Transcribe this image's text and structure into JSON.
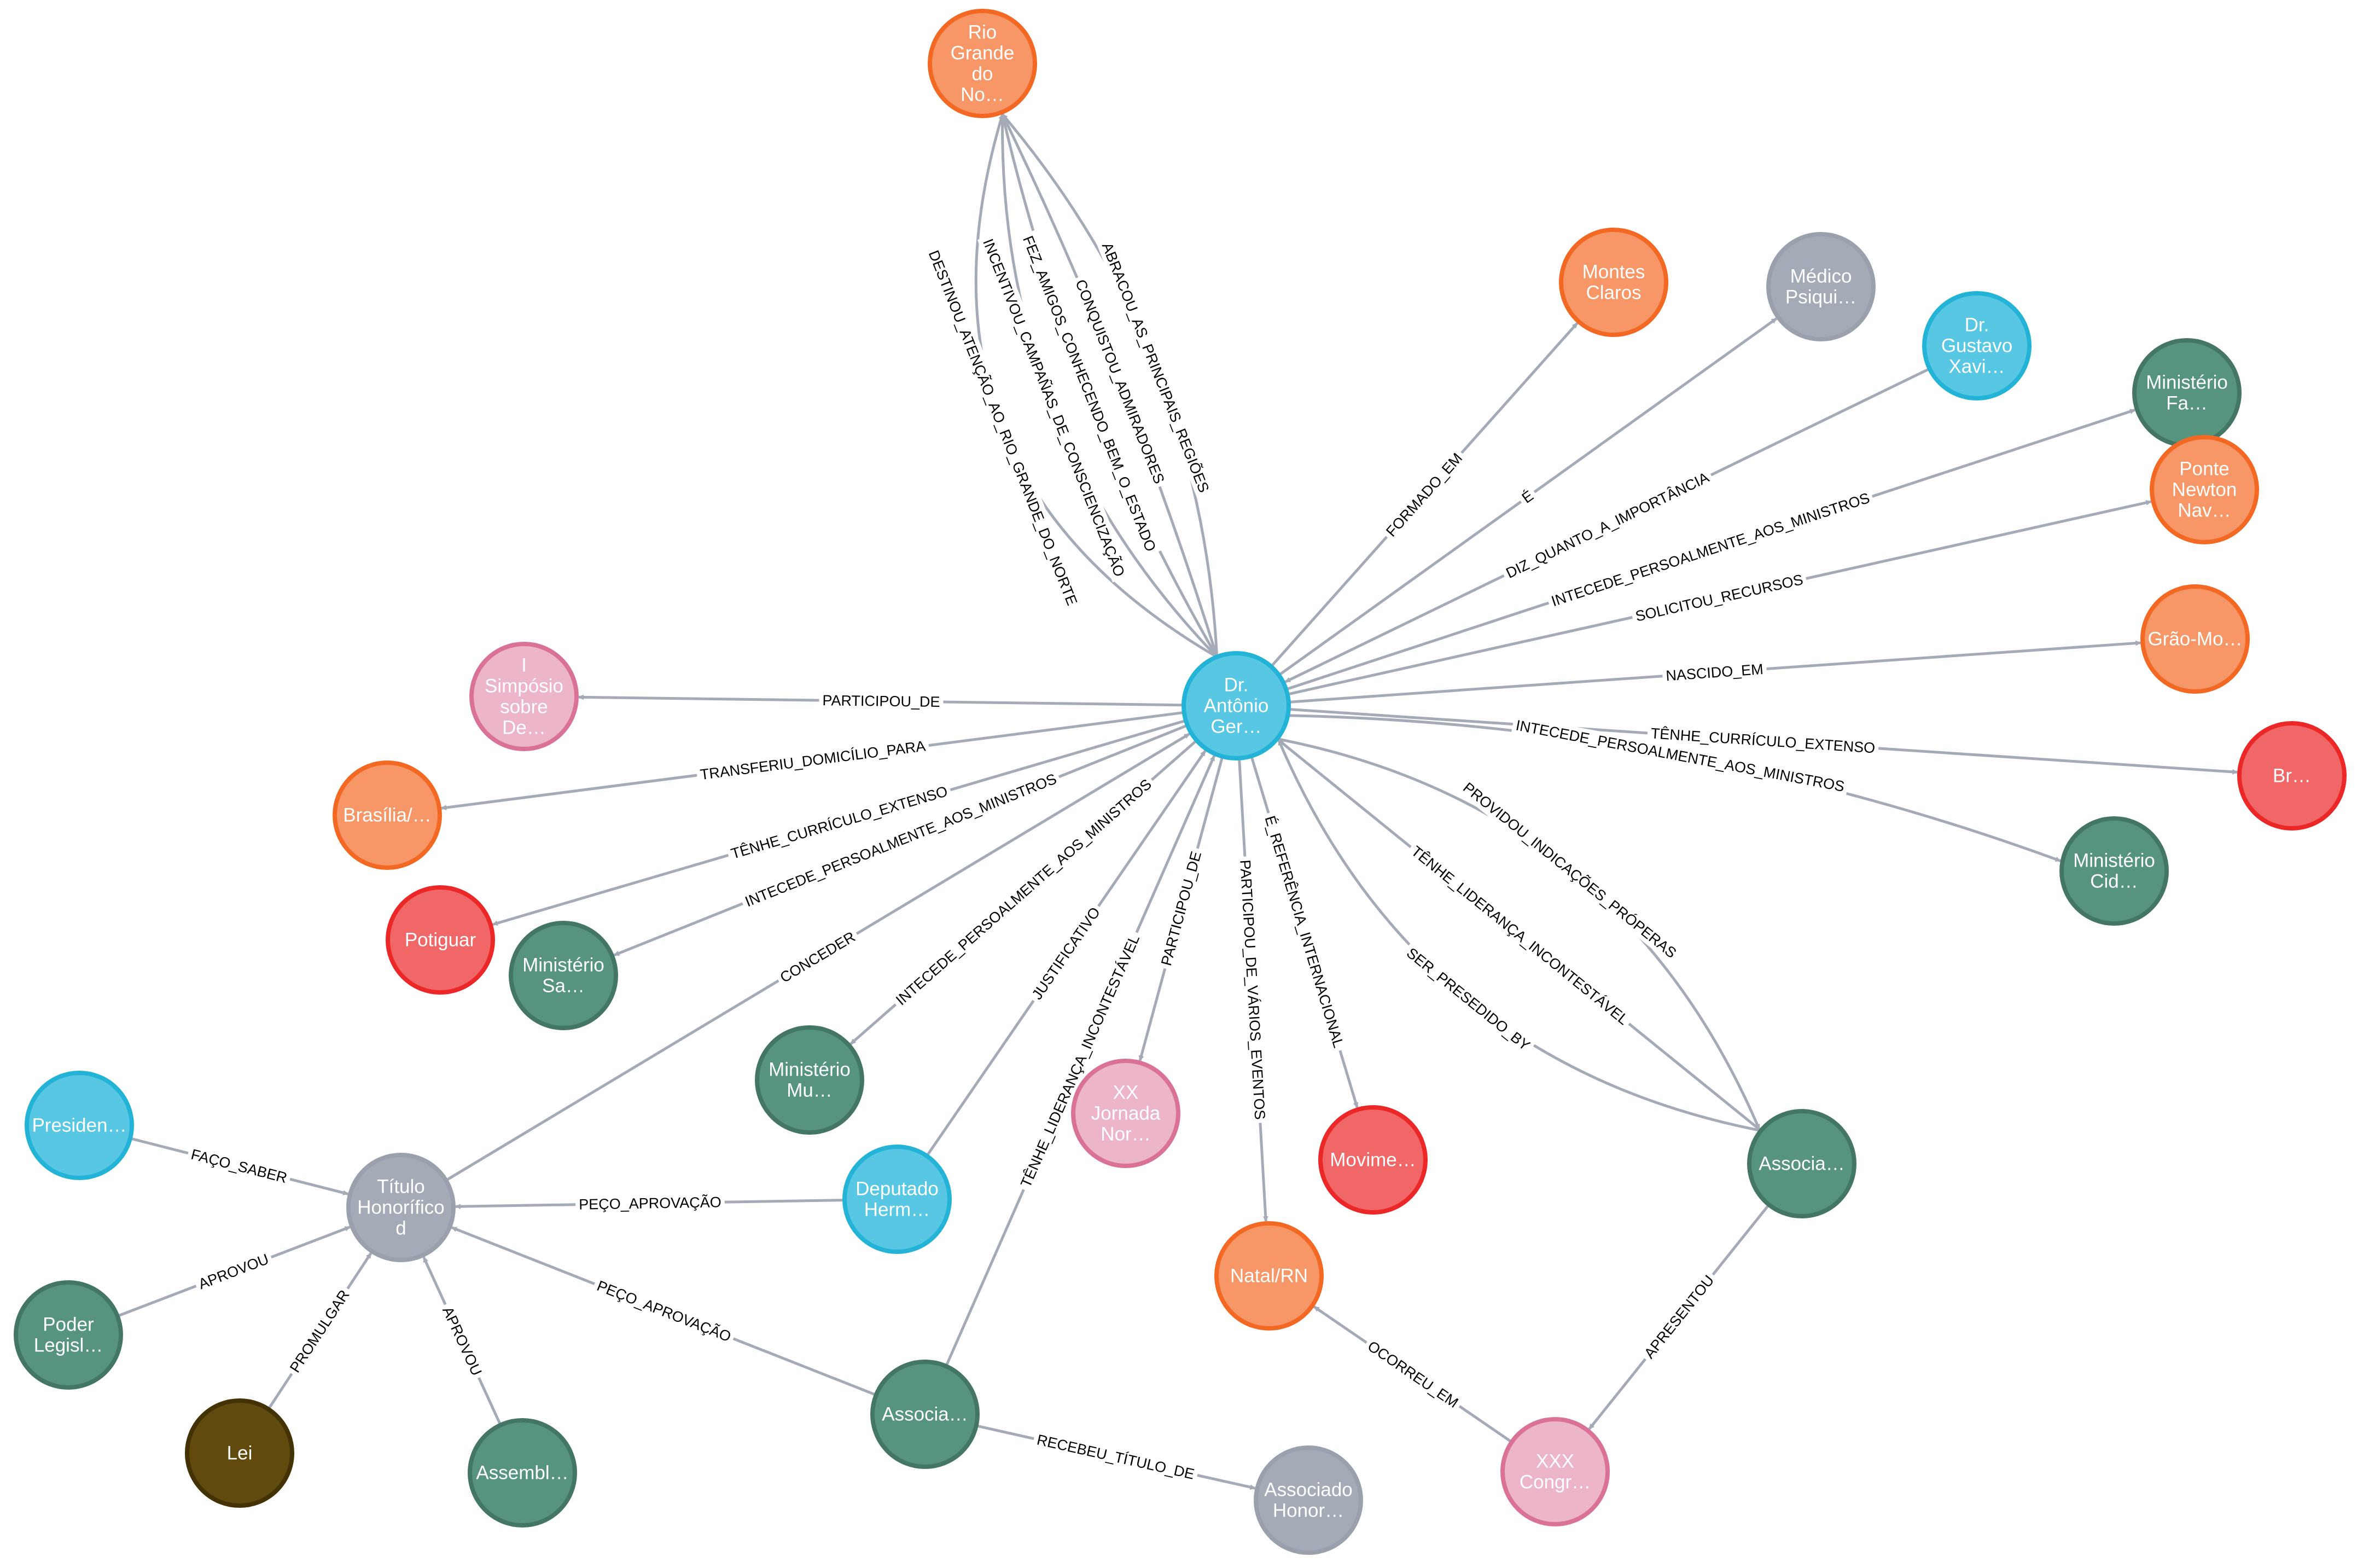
{
  "palette": {
    "location": {
      "fill": "#f79767",
      "stroke": "#f36924"
    },
    "profession": {
      "fill": "#a5abb6",
      "stroke": "#9aa1ac"
    },
    "person": {
      "fill": "#57c7e3",
      "stroke": "#23b3d7"
    },
    "organization": {
      "fill": "#4c8eda",
      "stroke": "#2870c2"
    },
    "ministry": {
      "fill": "#569480",
      "stroke": "#447666"
    },
    "event": {
      "fill": "#f16667",
      "stroke": "#eb2728"
    },
    "congress": {
      "fill": "#ecb5c9",
      "stroke": "#da7298"
    },
    "law": {
      "fill": "#604a0e",
      "stroke": "#423204"
    },
    "arrow": "#a5abb6"
  },
  "nodes": [
    {
      "id": "rio",
      "lines": [
        "Rio",
        "Grande",
        "do",
        "No…"
      ],
      "type": "location"
    },
    {
      "id": "montes",
      "lines": [
        "Montes",
        "Claros"
      ],
      "type": "location"
    },
    {
      "id": "medico",
      "lines": [
        "Médico",
        "Psiqui…"
      ],
      "type": "profession"
    },
    {
      "id": "gustavo",
      "lines": [
        "Dr.",
        "Gustavo",
        "Xavi…"
      ],
      "type": "person"
    },
    {
      "id": "minfa",
      "lines": [
        "Ministério",
        "Fa…"
      ],
      "type": "ministry"
    },
    {
      "id": "ponte",
      "lines": [
        "Ponte",
        "Newton",
        "Nav…"
      ],
      "type": "location"
    },
    {
      "id": "grao",
      "lines": [
        "Grão-Mo…"
      ],
      "type": "location"
    },
    {
      "id": "br",
      "lines": [
        "Br…"
      ],
      "type": "event"
    },
    {
      "id": "mincid",
      "lines": [
        "Ministério",
        "Cid…"
      ],
      "type": "ministry"
    },
    {
      "id": "simposio",
      "lines": [
        "I",
        "Simpósio",
        "sobre",
        "De…"
      ],
      "type": "congress"
    },
    {
      "id": "brasilia",
      "lines": [
        "Brasília/…"
      ],
      "type": "location"
    },
    {
      "id": "potiguar",
      "lines": [
        "Potiguar"
      ],
      "type": "event"
    },
    {
      "id": "minsa",
      "lines": [
        "Ministério",
        "Sa…"
      ],
      "type": "ministry"
    },
    {
      "id": "antonio",
      "lines": [
        "Dr.",
        "Antônio",
        "Ger…"
      ],
      "type": "person"
    },
    {
      "id": "minmu",
      "lines": [
        "Ministério",
        "Mu…"
      ],
      "type": "ministry"
    },
    {
      "id": "xxjornada",
      "lines": [
        "XX",
        "Jornada",
        "Nor…"
      ],
      "type": "congress"
    },
    {
      "id": "movime",
      "lines": [
        "Movime…"
      ],
      "type": "event"
    },
    {
      "id": "assoc1",
      "lines": [
        "Associa…"
      ],
      "type": "ministry"
    },
    {
      "id": "natal",
      "lines": [
        "Natal/RN"
      ],
      "type": "location"
    },
    {
      "id": "presiden",
      "lines": [
        "Presiden…"
      ],
      "type": "person"
    },
    {
      "id": "titulo",
      "lines": [
        "Título",
        "Honorífico",
        "d"
      ],
      "type": "profession"
    },
    {
      "id": "deputado",
      "lines": [
        "Deputado",
        "Herm…"
      ],
      "type": "person"
    },
    {
      "id": "poder",
      "lines": [
        "Poder",
        "Legisl…"
      ],
      "type": "ministry"
    },
    {
      "id": "lei",
      "lines": [
        "Lei"
      ],
      "type": "law"
    },
    {
      "id": "assembl",
      "lines": [
        "Assembl…"
      ],
      "type": "ministry"
    },
    {
      "id": "assoc2",
      "lines": [
        "Associa…"
      ],
      "type": "ministry"
    },
    {
      "id": "associado",
      "lines": [
        "Associado",
        "Honor…"
      ],
      "type": "profession"
    },
    {
      "id": "xxxcongr",
      "lines": [
        "XXX",
        "Congr…"
      ],
      "type": "congress"
    }
  ],
  "edges": [
    {
      "from": "antonio",
      "to": "rio",
      "label": "DESTINOU_ATENÇÃO_AO_RIO_GRANDE_DO_NORTE"
    },
    {
      "from": "antonio",
      "to": "rio",
      "label": "INCENTIVOU_CAMPAÑAS_DE_CONSCIENCIZAÇÃO"
    },
    {
      "from": "antonio",
      "to": "rio",
      "label": "FEZ_AMIGOS_CONHECENDO_BEM_O_ESTADO"
    },
    {
      "from": "antonio",
      "to": "rio",
      "label": "CONQUISTOU_ADMIRADORES"
    },
    {
      "from": "antonio",
      "to": "rio",
      "label": "ABRACOU_AS_PRINCIPAIS_REGIÕES"
    },
    {
      "from": "antonio",
      "to": "montes",
      "label": "FORMADO_EM"
    },
    {
      "from": "antonio",
      "to": "medico",
      "label": "É"
    },
    {
      "from": "gustavo",
      "to": "antonio",
      "label": "DIZ_QUANTO_A_IMPORTÂNCIA"
    },
    {
      "from": "antonio",
      "to": "minfa",
      "label": "INTECEDE_PERSOALMENTE_AOS_MINISTROS"
    },
    {
      "from": "antonio",
      "to": "ponte",
      "label": "SOLICITOU_RECURSOS"
    },
    {
      "from": "antonio",
      "to": "grao",
      "label": "NASCIDO_EM"
    },
    {
      "from": "antonio",
      "to": "br",
      "label": "TÊNHE_CURRÍCULO_EXTENSO"
    },
    {
      "from": "antonio",
      "to": "mincid",
      "label": "INTECEDE_PERSOALMENTE_AOS_MINISTROS"
    },
    {
      "from": "assoc1",
      "to": "antonio",
      "label": "SER_PRESEDIDO_BY"
    },
    {
      "from": "assoc1",
      "to": "antonio",
      "label": "TÊNHE_LIDERANÇA_INCONTESTÁVEL"
    },
    {
      "from": "antonio",
      "to": "assoc1",
      "label": "PROVIDOU_INDICAÇÕES_PRÓPERAS"
    },
    {
      "from": "antonio",
      "to": "simposio",
      "label": "PARTICIPOU_DE"
    },
    {
      "from": "antonio",
      "to": "brasilia",
      "label": "TRANSFERIU_DOMICÍLIO_PARA"
    },
    {
      "from": "antonio",
      "to": "potiguar",
      "label": "TÊNHE_CURRÍCULO_EXTENSO"
    },
    {
      "from": "antonio",
      "to": "minsa",
      "label": "INTECEDE_PERSOALMENTE_AOS_MINISTROS"
    },
    {
      "from": "titulo",
      "to": "antonio",
      "label": "CONCEDER"
    },
    {
      "from": "antonio",
      "to": "minmu",
      "label": "INTECEDE_PERSOALMENTE_AOS_MINISTROS"
    },
    {
      "from": "deputado",
      "to": "antonio",
      "label": "JUSTIFICATIVO"
    },
    {
      "from": "assoc2",
      "to": "antonio",
      "label": "TÊNHE_LIDERANÇA_INCONTESTÁVEL"
    },
    {
      "from": "antonio",
      "to": "xxjornada",
      "label": "PARTICIPOU_DE"
    },
    {
      "from": "antonio",
      "to": "natal",
      "label": "PARTICIPOU_DE_VÁRIOS_EVENTOS"
    },
    {
      "from": "antonio",
      "to": "movime",
      "label": "É_REFERÊNCIA_INTERNACIONAL"
    },
    {
      "from": "presiden",
      "to": "titulo",
      "label": "FAÇO_SABER"
    },
    {
      "from": "deputado",
      "to": "titulo",
      "label": "PEÇO_APROVAÇÃO"
    },
    {
      "from": "poder",
      "to": "titulo",
      "label": "APROVOU"
    },
    {
      "from": "lei",
      "to": "titulo",
      "label": "PROMULGAR"
    },
    {
      "from": "assembl",
      "to": "titulo",
      "label": "APROVOU"
    },
    {
      "from": "assoc2",
      "to": "titulo",
      "label": "PEÇO_APROVAÇÃO"
    },
    {
      "from": "assoc2",
      "to": "associado",
      "label": "RECEBEU_TÍTULO_DE"
    },
    {
      "from": "assoc1",
      "to": "xxxcongr",
      "label": "APRESENTOU"
    },
    {
      "from": "xxxcongr",
      "to": "natal",
      "label": "OCORREU_EM"
    }
  ]
}
